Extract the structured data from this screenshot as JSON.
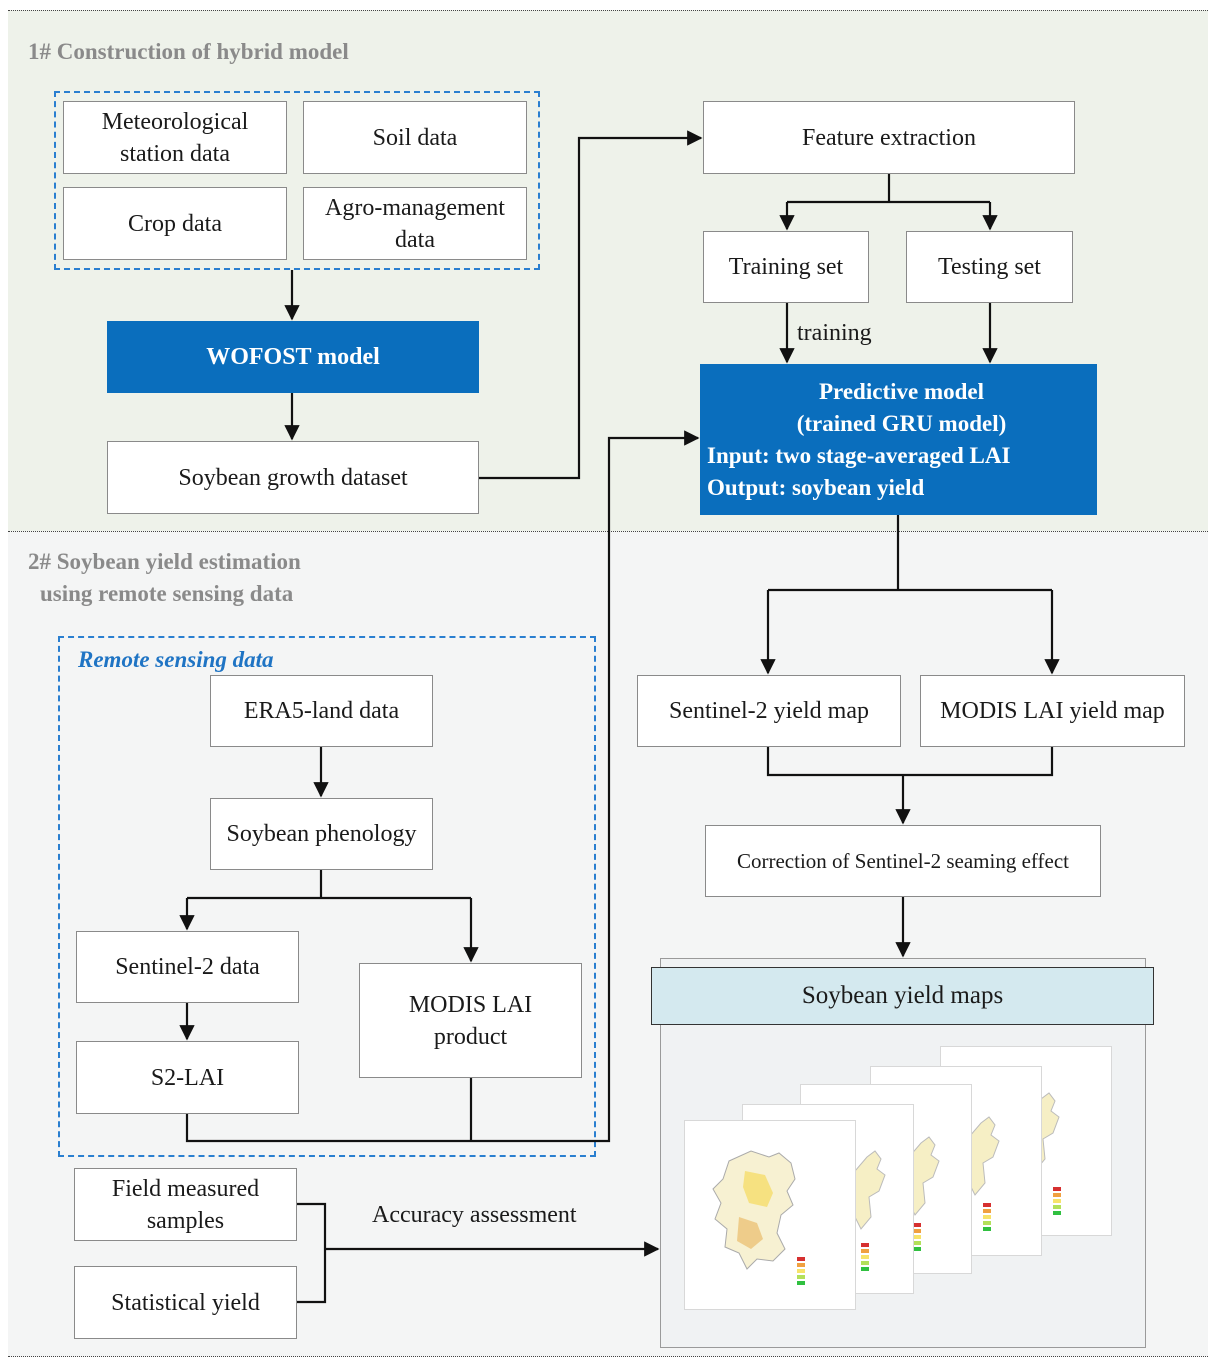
{
  "section1": {
    "title": "1# Construction of hybrid model"
  },
  "section2": {
    "title_line1": "2# Soybean yield estimation",
    "title_line2": "using remote sensing data"
  },
  "inputs": {
    "meteo_line1": "Meteorological",
    "meteo_line2": "station data",
    "soil": "Soil data",
    "crop": "Crop data",
    "agro_line1": "Agro-management",
    "agro_line2": "data"
  },
  "wofost": "WOFOST model",
  "growth_dataset": "Soybean growth dataset",
  "feature_extraction": "Feature extraction",
  "training_set": "Training set",
  "testing_set": "Testing set",
  "training_label": "training",
  "predictive": {
    "line1": "Predictive model",
    "line2": "(trained GRU model)",
    "line3": "Input: two stage-averaged LAI",
    "line4": "Output: soybean yield"
  },
  "remote": {
    "title": "Remote sensing data",
    "era5": "ERA5-land data",
    "phenology": "Soybean phenology",
    "sentinel2": "Sentinel-2 data",
    "s2lai": "S2-LAI",
    "modis_line1": "MODIS LAI",
    "modis_line2": "product"
  },
  "sentinel_map": "Sentinel-2 yield map",
  "modis_map": "MODIS LAI yield map",
  "correction": "Correction of Sentinel-2 seaming effect",
  "yield_maps": "Soybean yield maps",
  "field_line1": "Field measured",
  "field_line2": "samples",
  "statistical": "Statistical yield",
  "accuracy": "Accuracy assessment",
  "colors": {
    "accent_blue": "#0a6ebd",
    "dash_blue": "#2a7fd0",
    "section1_bg": "#eef2ea",
    "section2_bg": "#f4f5f5",
    "maps_header_bg": "#d4e9ef"
  }
}
